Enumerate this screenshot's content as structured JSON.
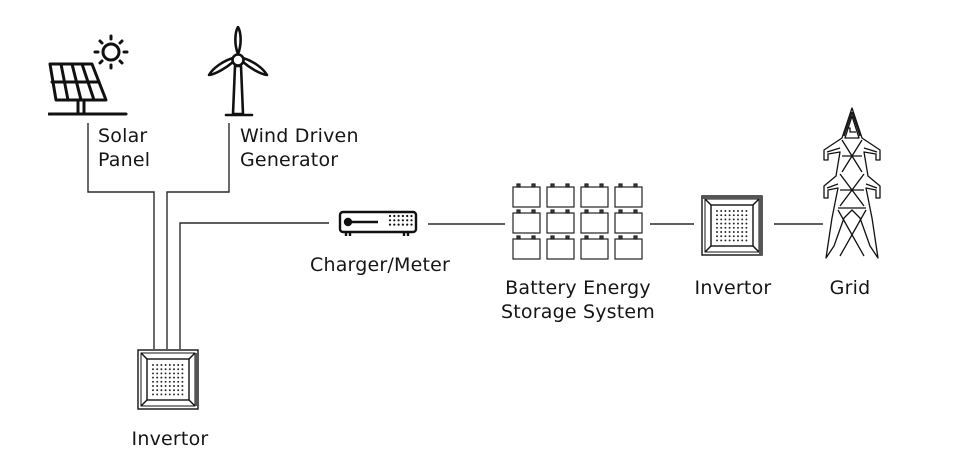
{
  "diagram": {
    "title": "Hybrid renewable energy system flow",
    "colors": {
      "line": "#222222",
      "stroke": "#111111",
      "background": "#ffffff"
    },
    "nodes": [
      {
        "id": "solar",
        "icon": "solar-panel-icon",
        "label_lines": [
          "Solar",
          "Panel"
        ]
      },
      {
        "id": "wind",
        "icon": "wind-turbine-icon",
        "label_lines": [
          "Wind Driven",
          "Generator"
        ]
      },
      {
        "id": "inverter1",
        "icon": "inverter-icon",
        "label_lines": [
          "Invertor"
        ]
      },
      {
        "id": "charger",
        "icon": "charger-meter-icon",
        "label_lines": [
          "Charger/Meter"
        ]
      },
      {
        "id": "battery",
        "icon": "battery-bank-icon",
        "label_lines": [
          "Battery Energy",
          "Storage System"
        ]
      },
      {
        "id": "inverter2",
        "icon": "inverter-icon",
        "label_lines": [
          "Invertor"
        ]
      },
      {
        "id": "grid",
        "icon": "transmission-tower-icon",
        "label_lines": [
          "Grid"
        ]
      }
    ],
    "connections": [
      {
        "from": "solar",
        "to": "inverter1"
      },
      {
        "from": "wind",
        "to": "inverter1"
      },
      {
        "from": "inverter1",
        "to": "charger"
      },
      {
        "from": "charger",
        "to": "battery"
      },
      {
        "from": "battery",
        "to": "inverter2"
      },
      {
        "from": "inverter2",
        "to": "grid"
      }
    ]
  }
}
